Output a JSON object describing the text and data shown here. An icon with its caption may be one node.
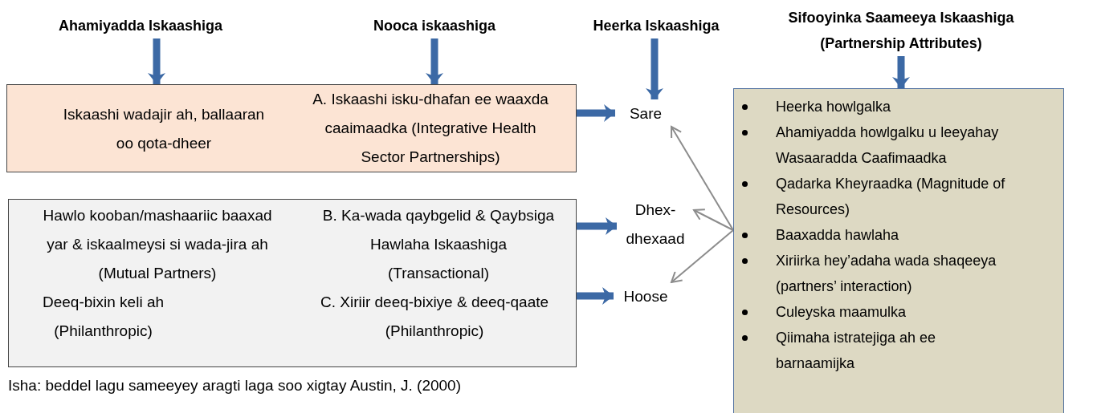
{
  "diagram": {
    "nodes": [
      {
        "text": [
          "Ahamiyadda Iskaashiga"
        ]
      },
      {
        "text": [
          "Nooca iskaashiga"
        ]
      },
      {
        "text": [
          "Heerka Iskaashiga"
        ]
      },
      {
        "text": [
          "Sifooyinka Saameeya Iskaashiga (Partnership Attributes)"
        ]
      },
      {
        "text": [
          "Iskaashi wadajir ah, ballaaran oo qota-dheer",
          "A. Iskaashi isku-dhafan ee waaxda caaimaadka (Integrative Health Sector Partnerships)"
        ]
      },
      {
        "text": [
          "Hawlo kooban/mashaariic baaxad yar & iskaalmeysi si wada-jira ah (Mutual Partners)",
          "Deeq-bixin keli ah (Philanthropic)",
          "B. Ka-wada qaybgelid & Qaybsiga Hawlaha Iskaashiga (Transactional)",
          "C. Xiriir deeq-bixiye & deeq-qaate (Philanthropic)"
        ]
      },
      {
        "text": [
          "Sare"
        ]
      },
      {
        "text": [
          "Dhex- dhexaad"
        ]
      },
      {
        "text": [
          "Hoose"
        ]
      },
      {
        "text": [
          "Heerka howlgalka",
          "Ahamiyadda howlgalku u leeyahay Wasaaradda Caafimaadka",
          "Qadarka Kheyraadka (Magnitude of Resources)",
          "Baaxadda hawlaha",
          "Xiriirka hey’adaha wada shaqeeya (partners’ interaction)",
          "Culeyska maamulka",
          "Qiimaha istratejiga ah ee barnaamijka"
        ]
      }
    ],
    "edges": [
      {
        "from": 0,
        "to": 4,
        "arrow": "to"
      },
      {
        "from": 1,
        "to": 4,
        "arrow": "to"
      },
      {
        "from": 2,
        "to": 6,
        "arrow": "to"
      },
      {
        "from": 3,
        "to": 9,
        "arrow": "to"
      },
      {
        "from": 4,
        "to": 6,
        "arrow": "to"
      },
      {
        "from": 5,
        "to": 7,
        "arrow": "to"
      },
      {
        "from": 5,
        "to": 8,
        "arrow": "to"
      },
      {
        "from": 9,
        "to": 6,
        "arrow": "to",
        "color": "#8c8c8c"
      },
      {
        "from": 9,
        "to": 7,
        "arrow": "to",
        "color": "#8c8c8c"
      },
      {
        "from": 9,
        "to": 8,
        "arrow": "to",
        "color": "#8c8c8c"
      }
    ],
    "caption": "Isha: beddel lagu sameeyey aragti laga soo xigtay Austin, J. (2000)"
  }
}
